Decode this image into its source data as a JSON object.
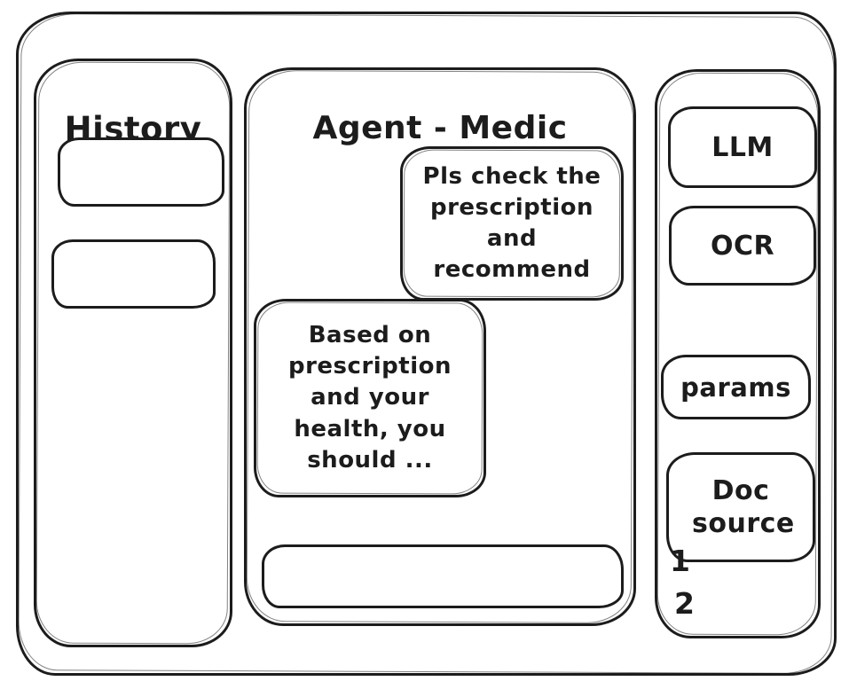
{
  "window": {
    "ink_color": "#1c1c1c",
    "background": "#ffffff"
  },
  "history_panel": {
    "title": "History",
    "items": [
      "",
      ""
    ]
  },
  "chat_panel": {
    "title": "Agent - Medic",
    "messages": [
      {
        "role": "user",
        "text": "Pls check the prescription and recommend"
      },
      {
        "role": "assistant",
        "text": "Based on prescription and your health, you should ..."
      }
    ],
    "input_value": ""
  },
  "tools_panel": {
    "buttons": [
      {
        "label": "LLM"
      },
      {
        "label": "OCR"
      },
      {
        "label": "params"
      }
    ],
    "doc_source_label": "Doc source",
    "doc_source_items": [
      "1",
      "2"
    ]
  }
}
